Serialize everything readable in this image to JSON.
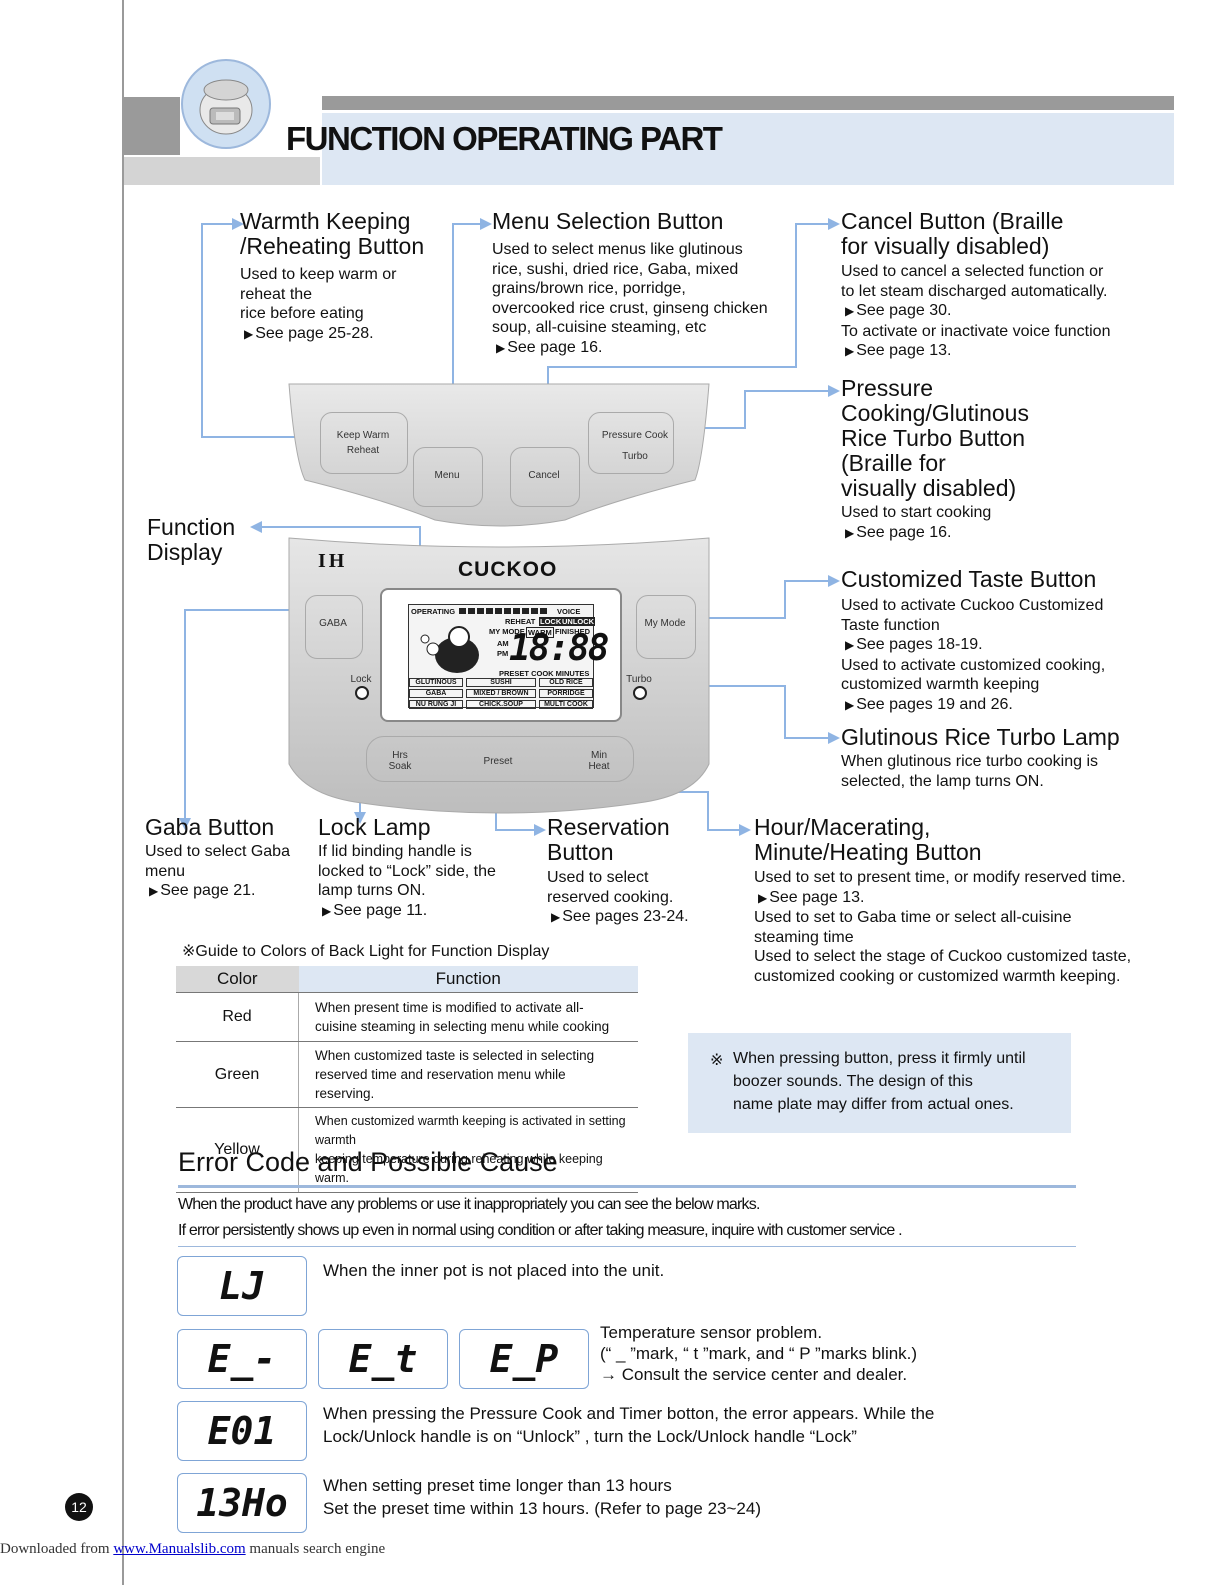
{
  "title": "FUNCTION OPERATING PART",
  "sections": {
    "warmth": {
      "head1": "Warmth Keeping",
      "head2": "/Reheating Button",
      "lines": [
        "Used to keep warm or",
        "reheat the",
        "rice before eating"
      ],
      "ref": "See page 25-28."
    },
    "menu": {
      "head": "Menu Selection Button",
      "lines": [
        "Used to select menus like glutinous",
        "rice, sushi, dried rice, Gaba, mixed",
        "grains/brown rice, porridge,",
        "overcooked rice crust, ginseng chicken",
        "soup, all-cuisine steaming, etc"
      ],
      "ref": "See page 16."
    },
    "cancel": {
      "head1": "Cancel Button (Braille",
      "head2": "for visually disabled)",
      "lines": [
        "Used to cancel a selected function or",
        "to let steam discharged automatically."
      ],
      "ref1": "See page 30.",
      "line3": "To activate or inactivate voice function",
      "ref2": "See page 13."
    },
    "pressure": {
      "heads": [
        "Pressure",
        "Cooking/Glutinous",
        "Rice Turbo Button",
        "(Braille for",
        "visually disabled)"
      ],
      "line": "Used to start cooking",
      "ref": "See page 16."
    },
    "function_display": {
      "head1": "Function",
      "head2": "Display"
    },
    "taste": {
      "head": "Customized Taste Button",
      "lines": [
        "Used to activate Cuckoo Customized",
        "Taste function"
      ],
      "ref1": "See pages 18-19.",
      "lines2": [
        "Used to activate customized cooking,",
        "customized warmth keeping"
      ],
      "ref2": "See pages 19 and 26."
    },
    "turbo_lamp": {
      "head": "Glutinous Rice Turbo Lamp",
      "lines": [
        "When glutinous rice turbo cooking is",
        "selected, the lamp turns ON."
      ]
    },
    "gaba": {
      "head": "Gaba Button",
      "lines": [
        "Used to select Gaba",
        "menu"
      ],
      "ref": "See page 21."
    },
    "lock": {
      "head": "Lock Lamp",
      "lines": [
        "If lid binding handle is",
        "locked to “Lock” side, the",
        "lamp turns ON."
      ],
      "ref": "See page 11."
    },
    "reservation": {
      "head1": "Reservation",
      "head2": "Button",
      "lines": [
        "Used to select",
        "reserved cooking."
      ],
      "ref": "See pages 23-24."
    },
    "hour": {
      "head1": "Hour/Macerating,",
      "head2": "Minute/Heating Button",
      "line1": "Used to set to present time, or modify reserved time.",
      "ref": "See page 13.",
      "lines": [
        "Used to set to Gaba time or select all-cuisine",
        "steaming time",
        "Used to select the stage of Cuckoo customized taste,",
        "customized cooking or customized warmth keeping."
      ]
    }
  },
  "panel": {
    "keep_warm": "Keep Warm",
    "reheat": "Reheat",
    "menu": "Menu",
    "cancel": "Cancel",
    "pressure_cook": "Pressure Cook",
    "turbo": "Turbo",
    "brand": "CUCKOO",
    "ih": "IH",
    "gaba": "GABA",
    "my_mode": "My Mode",
    "lock": "Lock",
    "turbo_lamp": "Turbo",
    "hrs": "Hrs",
    "soak": "Soak",
    "preset": "Preset",
    "min": "Min",
    "heat": "Heat",
    "lcd": {
      "operating": "OPERATING",
      "voice": "VOICE",
      "reheat": "REHEAT",
      "lock": "LOCK",
      "unlock": "UNLOCK",
      "my_mode": "MY MODE",
      "warm": "WARM",
      "finished": "FINISHED",
      "am": "AM",
      "pm": "PM",
      "time": "18:88",
      "preset_cook_minutes": "PRESET COOK MINUTES",
      "menus": [
        "GLUTINOUS",
        "SUSHI",
        "OLD RICE",
        "GABA",
        "MIXED / BROWN",
        "PORRIDGE",
        "NU RUNG JI",
        "CHICK.SOUP",
        "MULTI COOK"
      ]
    }
  },
  "backlight": {
    "title": "※Guide to Colors of Back Light for Function Display",
    "col_color": "Color",
    "col_function": "Function",
    "rows": [
      {
        "color": "Red",
        "f1": "When present time is modified to activate all-",
        "f2": "cuisine steaming in selecting menu while cooking"
      },
      {
        "color": "Green",
        "f1": "When customized taste is selected in selecting",
        "f2": "reserved time and reservation menu while reserving."
      },
      {
        "color": "Yellow",
        "f1": "When customized warmth keeping is activated in setting warmth",
        "f2": "keeping temperature during reheating while keeping warm."
      }
    ]
  },
  "note": {
    "mark": "※",
    "lines": [
      "When pressing button, press it firmly until",
      "boozer sounds. The design of this",
      "name plate may differ from actual ones."
    ]
  },
  "errors": {
    "title": "Error Code and Possible Cause",
    "intro1": "When the product have any problems or use it inappropriately you can see the below marks.",
    "intro2": "If error persistently shows up even in normal using condition or after taking measure, inquire with customer service .",
    "codes": {
      "c1": "LJ",
      "c2a": "E_-",
      "c2b": "E_t",
      "c2c": "E_P",
      "c3": "E01",
      "c4": "13Ho"
    },
    "e1": "When the inner pot is not placed into the unit.",
    "e2_1": "Temperature sensor problem.",
    "e2_2": "(“ _ ”mark, “ t ”mark, and “ P ”marks blink.)",
    "e2_3": "→ Consult the service center and dealer.",
    "e3_1": "When pressing the Pressure Cook and Timer botton, the error appears. While the",
    "e3_2": "Lock/Unlock handle is on “Unlock” , turn the Lock/Unlock handle “Lock”",
    "e4_1": "When setting preset time longer than 13 hours",
    "e4_2": "Set the preset time within 13 hours. (Refer to page 23~24)"
  },
  "page_number": "12",
  "footer": {
    "prefix": "Downloaded from",
    "link": "www.Manualslib.com",
    "suffix": "manuals search engine"
  }
}
